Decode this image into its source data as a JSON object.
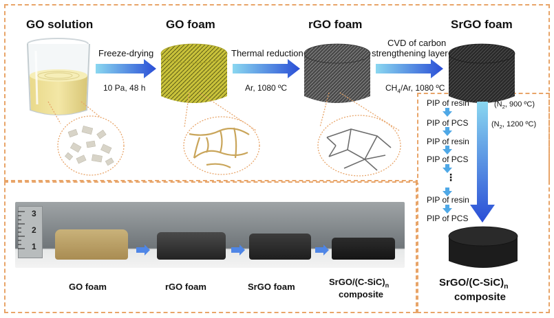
{
  "stages": {
    "go_solution": "GO solution",
    "go_foam": "GO foam",
    "rgo_foam": "rGO foam",
    "srgo_foam": "SrGO foam"
  },
  "steps": {
    "freeze_drying": "Freeze-drying",
    "freeze_cond": "10 Pa, 48 h",
    "thermal_reduction": "Thermal reduction",
    "thermal_cond": "Ar, 1080 ºC",
    "cvd_line1": "CVD of carbon",
    "cvd_line2": "strengthening layer",
    "cvd_cond_a": "CH",
    "cvd_cond_b": "4",
    "cvd_cond_c": "/Ar, 1080 ºC"
  },
  "pip": {
    "items": [
      "PIP of resin",
      "PIP of PCS",
      "PIP of resin",
      "PIP of PCS",
      "⋮",
      "PIP of resin",
      "PIP of PCS"
    ],
    "resin_cond_a": "(N",
    "resin_cond_b": "2",
    "resin_cond_c": ", 900 ºC)",
    "pcs_cond_a": "(N",
    "pcs_cond_b": "2",
    "pcs_cond_c": ", 1200 ºC)"
  },
  "final": {
    "name_a": "SrGO/(C-SiC)",
    "name_sub": "n",
    "name_line2": "composite"
  },
  "photo": {
    "ruler_marks": [
      "1",
      "2",
      "3"
    ],
    "captions": {
      "go": "GO foam",
      "rgo": "rGO foam",
      "srgo": "SrGO foam",
      "comp_a": "SrGO/(C-SiC)",
      "comp_sub": "n",
      "comp_line2": "composite"
    }
  },
  "colors": {
    "frame": "#e8a468",
    "arrow_start": "#8ad7f0",
    "arrow_end": "#2a4ed6",
    "go_foam": "#c9c23a",
    "dark_foam": "#3a3a3a"
  }
}
